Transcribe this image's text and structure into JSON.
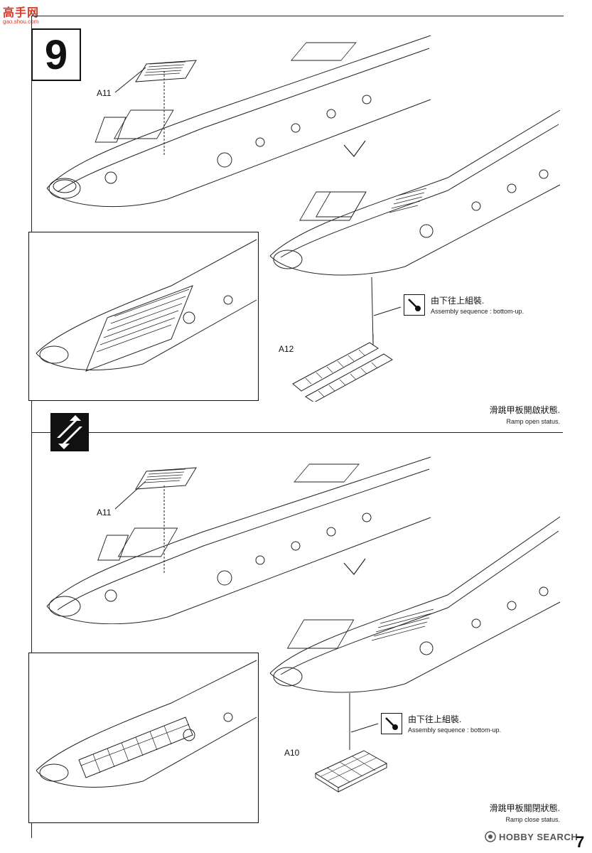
{
  "watermark": {
    "main": "高手网",
    "sub": "gao.shou.com"
  },
  "step": {
    "number": "9"
  },
  "upper": {
    "part_top": "A11",
    "part_ramp": "A12",
    "note_zh": "由下往上組裝.",
    "note_en": "Assembly sequence : bottom-up.",
    "status_zh": "滑跳甲板開啟狀態.",
    "status_en": "Ramp open status."
  },
  "lower": {
    "part_top": "A11",
    "part_ramp": "A10",
    "note_zh": "由下往上組裝.",
    "note_en": "Assembly sequence : bottom-up.",
    "status_zh": "滑跳甲板關閉狀態.",
    "status_en": "Ramp close status."
  },
  "footer": {
    "logo_text": "HOBBY SEARCH",
    "page_number": "7"
  }
}
